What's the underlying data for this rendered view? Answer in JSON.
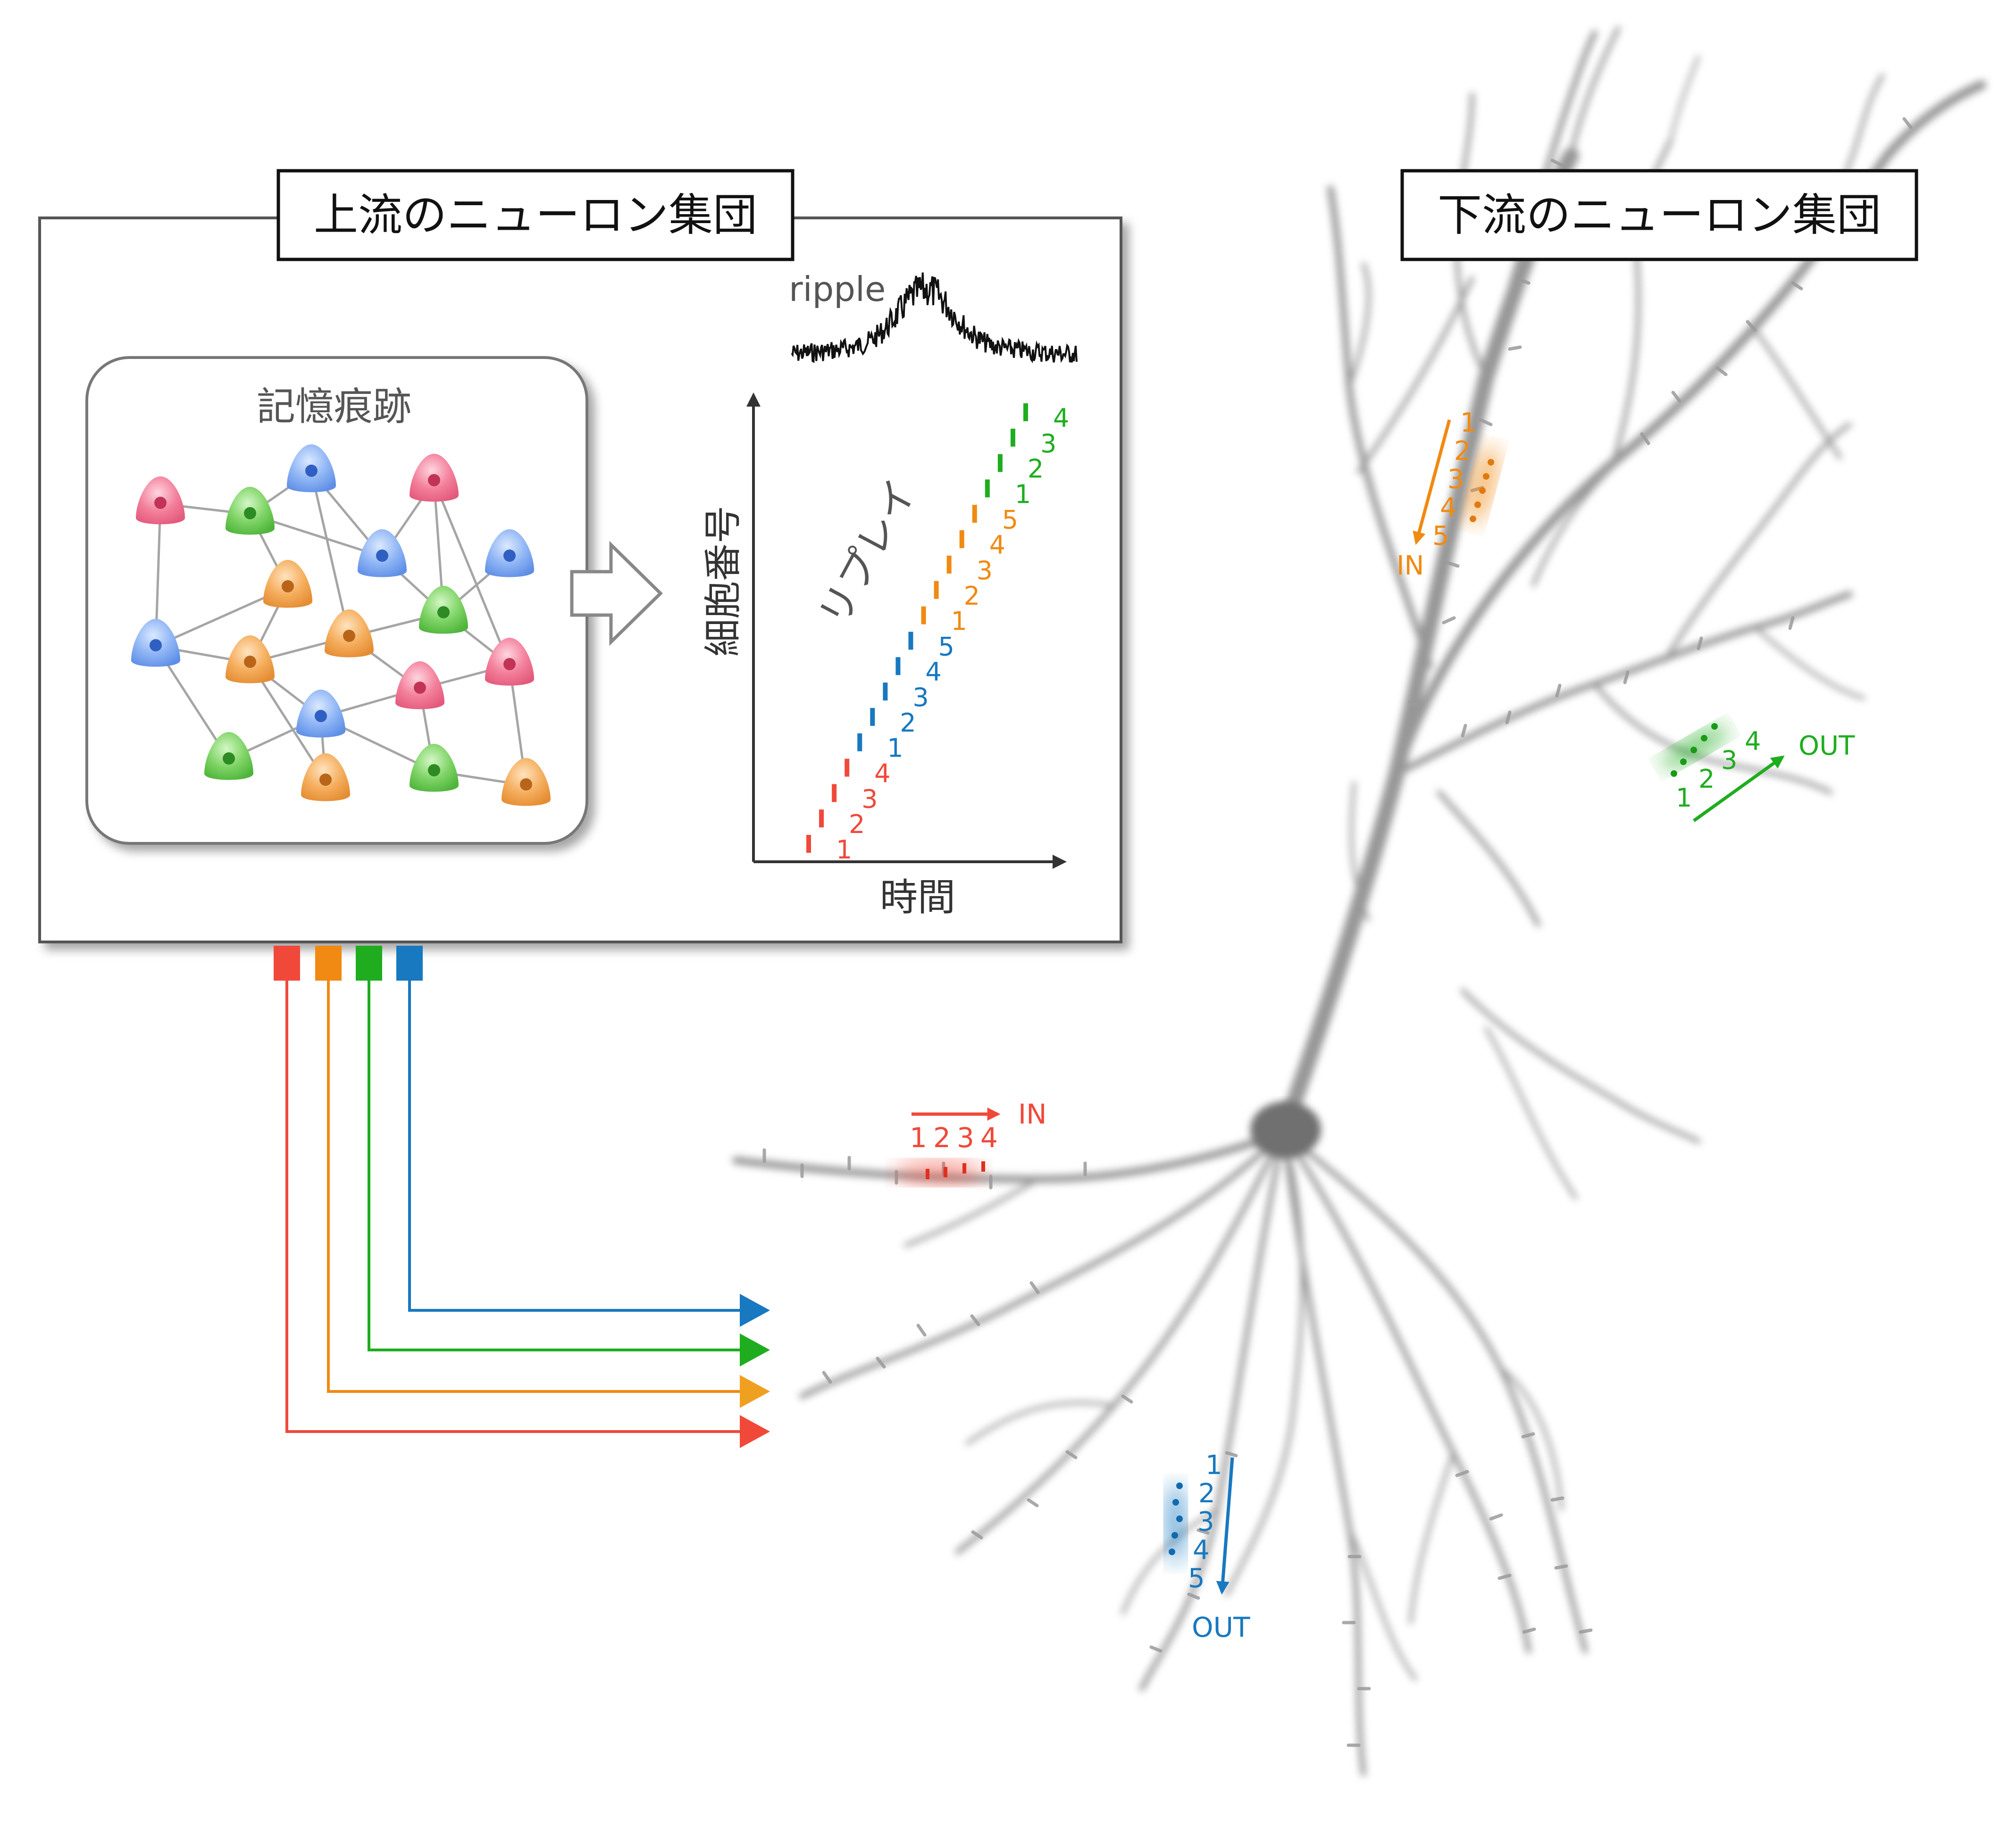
{
  "upstream": {
    "title": "上流のニューロン集団",
    "engram_title": "記憶痕跡",
    "ripple_label": "ripple",
    "replay_label": "リプレイ",
    "y_axis_label": "細胞番号",
    "x_axis_label": "時間"
  },
  "downstream": {
    "title": "下流のニューロン集団"
  },
  "colors": {
    "red": "#f0493a",
    "orange": "#f08a12",
    "green": "#1fad1f",
    "blue": "#1878c0"
  },
  "raster": {
    "order": [
      "red",
      "red",
      "red",
      "red",
      "blue",
      "blue",
      "blue",
      "blue",
      "blue",
      "orange",
      "orange",
      "orange",
      "orange",
      "orange",
      "green",
      "green",
      "green",
      "green"
    ],
    "labels": [
      "1",
      "2",
      "3",
      "4",
      "1",
      "2",
      "3",
      "4",
      "5",
      "1",
      "2",
      "3",
      "4",
      "5",
      "1",
      "2",
      "3",
      "4"
    ]
  },
  "dendrite_annotations": {
    "red": {
      "labels": [
        "1",
        "2",
        "3",
        "4"
      ],
      "direction": "IN"
    },
    "orange": {
      "labels": [
        "1",
        "2",
        "3",
        "4",
        "5"
      ],
      "direction": "IN"
    },
    "green": {
      "labels": [
        "1",
        "2",
        "3",
        "4"
      ],
      "direction": "OUT"
    },
    "blue": {
      "labels": [
        "1",
        "2",
        "3",
        "4",
        "5"
      ],
      "direction": "OUT"
    }
  },
  "icons": [
    "engram-neuron-icon",
    "right-arrow-icon",
    "neuron-dendrite-icon"
  ]
}
